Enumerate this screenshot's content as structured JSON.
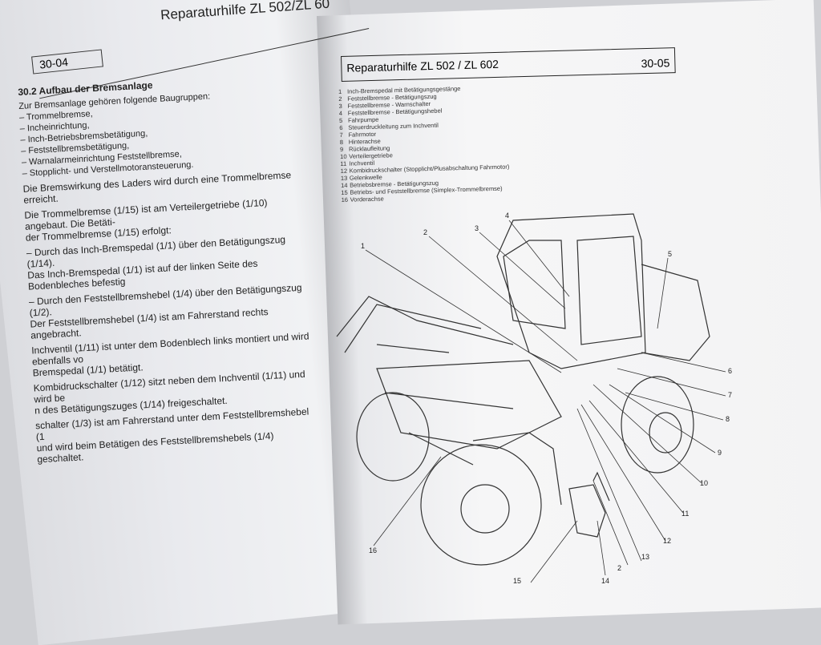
{
  "left_page": {
    "header": "Reparaturhilfe ZL 502/ZL 60",
    "page_number": "30-04",
    "section_title": "30.2  Aufbau der Bremsanlage",
    "intro": "Zur Bremsanlage gehören folgende Baugruppen:",
    "items": [
      "– Trommelbremse,",
      "– Incheinrichtung,",
      "– Inch-Betriebsbremsbetätigung,",
      "– Feststellbremsbetätigung,",
      "– Warnalarmeinrichtung Feststellbremse,",
      "– Stopplicht- und Verstellmotoransteuerung."
    ],
    "paragraphs": [
      "Die Bremswirkung des Laders wird durch eine Trommelbremse erreicht.",
      "Die Trommelbremse (1/15) ist am Verteilergetriebe (1/10) angebaut. Die Betäti-",
      "der Trommelbremse (1/15) erfolgt:",
      "– Durch das Inch-Bremspedal (1/1) über den Betätigungszug (1/14).",
      "Das Inch-Bremspedal (1/1) ist auf der linken Seite des Bodenbleches befestig",
      "– Durch den Feststellbremshebel (1/4) über den Betätigungszug (1/2).",
      "Der Feststellbremshebel (1/4) ist am Fahrerstand rechts angebracht.",
      "Inchventil (1/11) ist unter dem Bodenblech links montiert und wird ebenfalls vo",
      "Bremspedal (1/1) betätigt.",
      "Kombidruckschalter (1/12) sitzt neben dem Inchventil (1/11) und wird be",
      "n des Betätigungszuges (1/14) freigeschaltet.",
      "schalter (1/3) ist am Fahrerstand unter dem Feststellbremshebel (1",
      "und wird beim Betätigen des Feststellbremshebels (1/4) geschaltet."
    ]
  },
  "right_page": {
    "header": "Reparaturhilfe  ZL 502 / ZL 602",
    "page_number": "30-05",
    "legend": [
      {
        "n": "1",
        "label": "Inch-Bremspedal mit Betätigungsgestänge"
      },
      {
        "n": "2",
        "label": "Feststellbremse - Betätigungszug"
      },
      {
        "n": "3",
        "label": "Feststellbremse - Warnschalter"
      },
      {
        "n": "4",
        "label": "Feststellbremse - Betätigungshebel"
      },
      {
        "n": "5",
        "label": "Fahrpumpe"
      },
      {
        "n": "6",
        "label": "Steuerdruckleitung zum Inchventil"
      },
      {
        "n": "7",
        "label": "Fahrmotor"
      },
      {
        "n": "8",
        "label": "Hinterachse"
      },
      {
        "n": "9",
        "label": "Rücklaufleitung"
      },
      {
        "n": "10",
        "label": "Verteilergetriebe"
      },
      {
        "n": "11",
        "label": "Inchventil"
      },
      {
        "n": "12",
        "label": "Kombidruckschalter (Stopplicht/Plusabschaltung Fahrmotor)"
      },
      {
        "n": "13",
        "label": "Gelenkwelle"
      },
      {
        "n": "14",
        "label": "Betriebsbremse - Betätigungszug"
      },
      {
        "n": "15",
        "label": "Betriebs- und Feststellbremse (Simplex-Trommelbremse)"
      },
      {
        "n": "16",
        "label": "Vorderachse"
      }
    ],
    "callouts": [
      "1",
      "2",
      "3",
      "4",
      "5",
      "6",
      "7",
      "8",
      "9",
      "10",
      "11",
      "12",
      "13",
      "14",
      "15",
      "16",
      "2"
    ]
  }
}
